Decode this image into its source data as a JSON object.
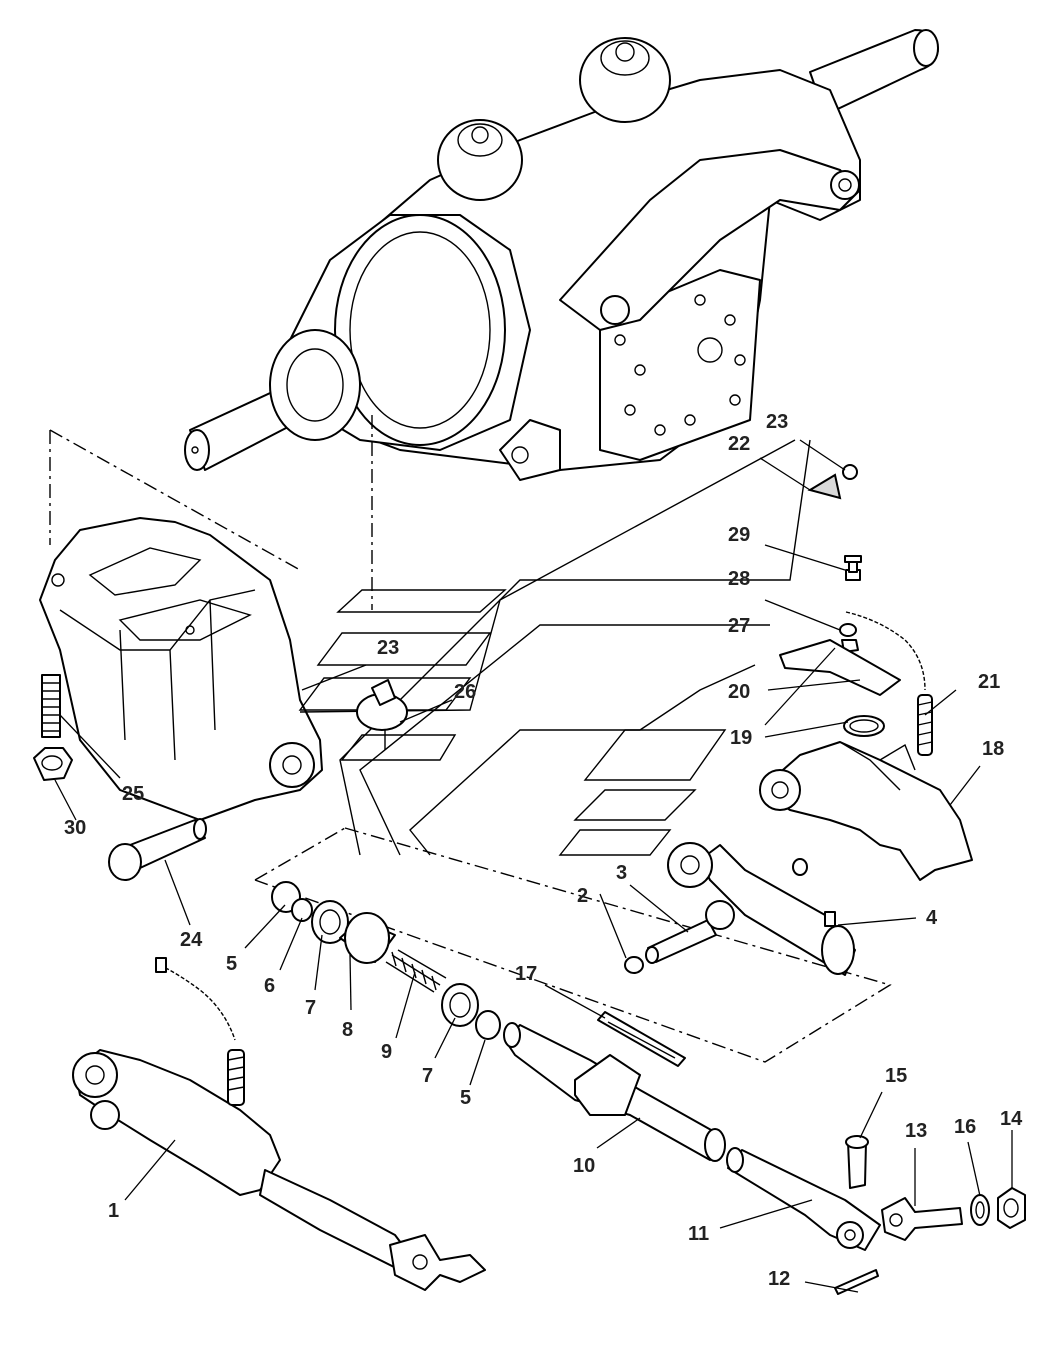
{
  "diagram": {
    "background": "#ffffff",
    "line_color": "#000000",
    "callouts": [
      {
        "id": "c1",
        "label": "1"
      },
      {
        "id": "c2",
        "label": "2"
      },
      {
        "id": "c3",
        "label": "3"
      },
      {
        "id": "c4",
        "label": "4"
      },
      {
        "id": "c5a",
        "label": "5"
      },
      {
        "id": "c5b",
        "label": "5"
      },
      {
        "id": "c6",
        "label": "6"
      },
      {
        "id": "c7a",
        "label": "7"
      },
      {
        "id": "c7b",
        "label": "7"
      },
      {
        "id": "c8",
        "label": "8"
      },
      {
        "id": "c9",
        "label": "9"
      },
      {
        "id": "c10",
        "label": "10"
      },
      {
        "id": "c11",
        "label": "11"
      },
      {
        "id": "c12",
        "label": "12"
      },
      {
        "id": "c13",
        "label": "13"
      },
      {
        "id": "c14",
        "label": "14"
      },
      {
        "id": "c15",
        "label": "15"
      },
      {
        "id": "c16",
        "label": "16"
      },
      {
        "id": "c17",
        "label": "17"
      },
      {
        "id": "c18",
        "label": "18"
      },
      {
        "id": "c19",
        "label": "19"
      },
      {
        "id": "c20",
        "label": "20"
      },
      {
        "id": "c21",
        "label": "21"
      },
      {
        "id": "c22",
        "label": "22"
      },
      {
        "id": "c23a",
        "label": "23"
      },
      {
        "id": "c23b",
        "label": "23"
      },
      {
        "id": "c24",
        "label": "24"
      },
      {
        "id": "c25",
        "label": "25"
      },
      {
        "id": "c26",
        "label": "26"
      },
      {
        "id": "c27",
        "label": "27"
      },
      {
        "id": "c28",
        "label": "28"
      },
      {
        "id": "c29",
        "label": "29"
      },
      {
        "id": "c30",
        "label": "30"
      }
    ]
  }
}
